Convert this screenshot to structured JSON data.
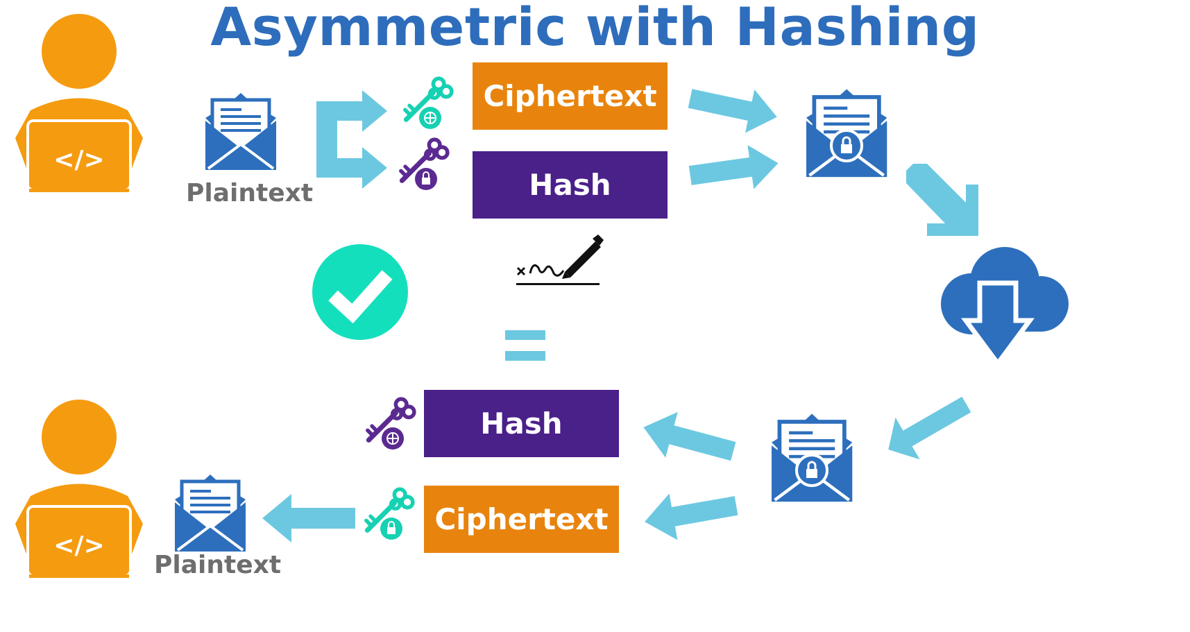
{
  "title": "Asymmetric with Hashing",
  "sender": {
    "plaintext_label": "Plaintext",
    "ciphertext_label": "Ciphertext",
    "hash_label": "Hash"
  },
  "receiver": {
    "hash_label": "Hash",
    "ciphertext_label": "Ciphertext",
    "plaintext_label": "Plaintext"
  },
  "code_glyph": "</>",
  "equals_glyph": "=",
  "colors": {
    "title": "#2e6dbb",
    "ciphertext_box": "#e8840e",
    "hash_box": "#4a2089",
    "arrow": "#6cc8e1",
    "envelope": "#2d6fbd",
    "person": "#f59b10",
    "teal_key": "#17d1b3",
    "purple_key": "#5b2a91",
    "check": "#14dfbd"
  },
  "icons": [
    "developer-icon",
    "envelope-icon",
    "locked-envelope-icon",
    "key-public-icon",
    "key-private-icon",
    "signature-icon",
    "checkmark-icon",
    "cloud-download-icon"
  ]
}
